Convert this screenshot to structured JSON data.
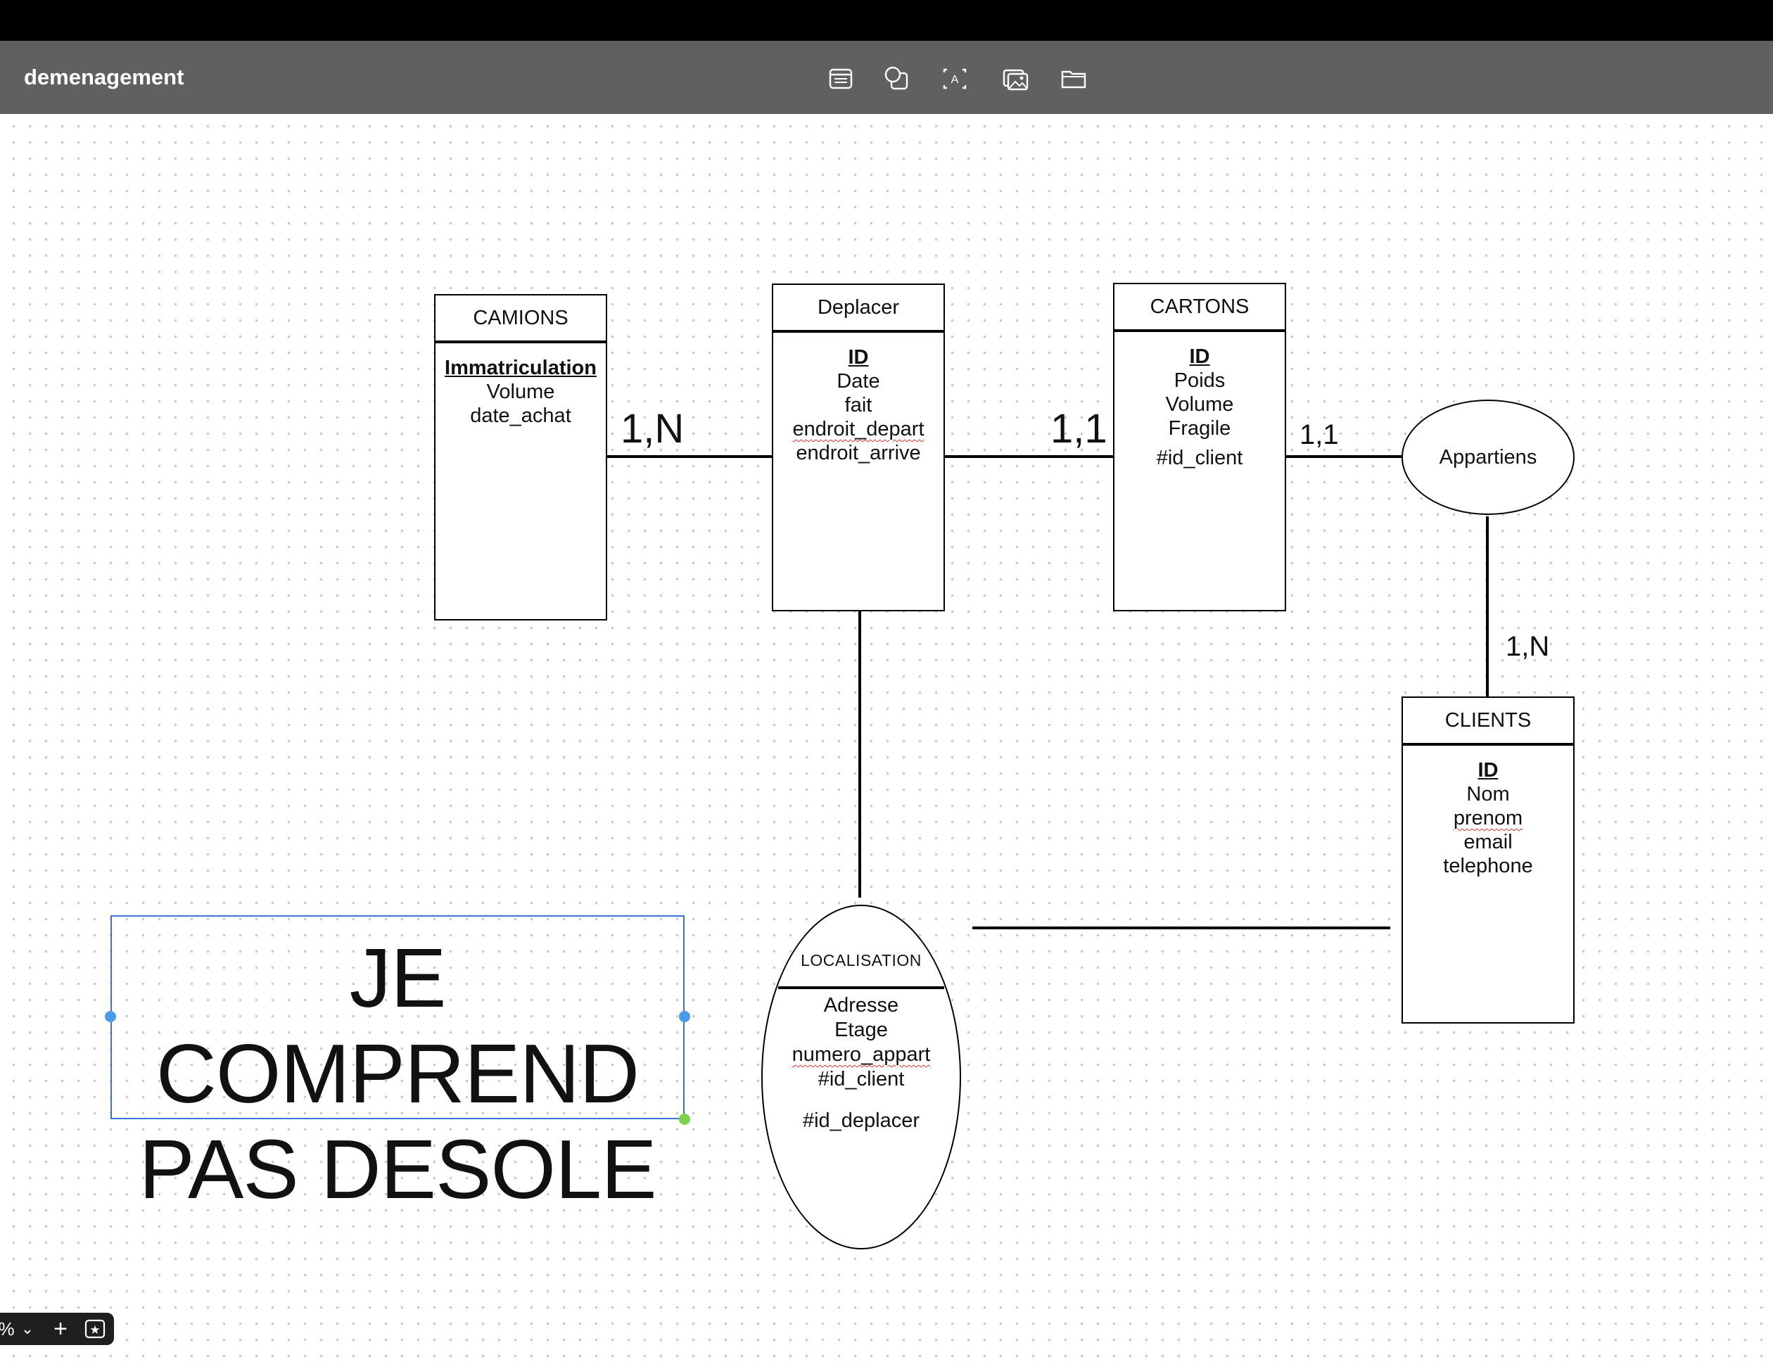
{
  "window": {
    "title": "demenagement"
  },
  "toolbar": {
    "tools": [
      {
        "name": "text-note-icon"
      },
      {
        "name": "shapes-icon"
      },
      {
        "name": "text-box-icon"
      },
      {
        "name": "media-icon"
      },
      {
        "name": "folder-icon"
      }
    ],
    "colors": {
      "bar": "#5f6062",
      "top": "#000000"
    }
  },
  "diagram": {
    "camions": {
      "title": "CAMIONS",
      "key": "Immatriculation",
      "attrs": [
        "Volume",
        "date_achat"
      ]
    },
    "deplacer": {
      "title": "Deplacer",
      "key": "ID",
      "attrs": [
        "Date",
        "fait",
        "endroit_depart",
        "endroit_arrive"
      ]
    },
    "cartons": {
      "title": "CARTONS",
      "key": "ID",
      "attrs": [
        "Poids",
        "Volume",
        "Fragile"
      ],
      "fk": "#id_client"
    },
    "clients": {
      "title": "CLIENTS",
      "key": "ID",
      "attrs": [
        "Nom",
        "prenom",
        "email",
        "telephone"
      ]
    },
    "appartiens": {
      "label": "Appartiens"
    },
    "localisation": {
      "title": "LOCALISATION",
      "attrs": [
        "Adresse",
        "Etage",
        "numero_appart",
        "#id_client"
      ],
      "fk2": "#id_deplacer"
    },
    "cardinalities": {
      "camions_deplacer": "1,N",
      "deplacer_cartons": "1,1",
      "cartons_appartiens": "1,1",
      "appartiens_clients": "1,N"
    }
  },
  "note": {
    "line1": "JE COMPREND",
    "line2": "PAS DESOLE"
  },
  "zoombar": {
    "percent": "%",
    "chevron": "⌄",
    "add": "+",
    "star": "★"
  }
}
